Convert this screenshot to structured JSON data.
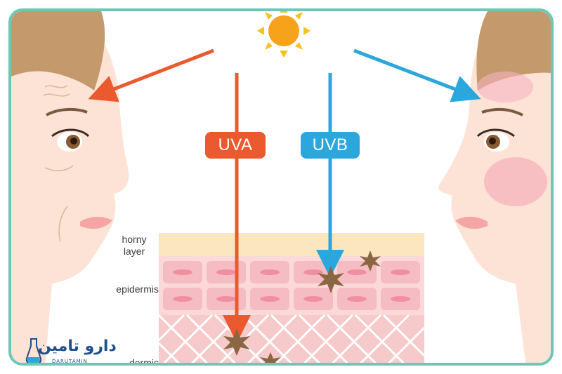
{
  "labels": {
    "uva": "UVA",
    "uvb": "UVB",
    "horny_layer": "horny\nlayer",
    "epidermis": "epidermis",
    "dermis": "dermis"
  },
  "logo": {
    "name": "دارو تامین",
    "subtitle": "DARUTAMIN"
  },
  "colors": {
    "uva": "#ea5a2e",
    "uvb": "#2ba7de",
    "frame": "#6cc7b8",
    "sun": "#f7a21b",
    "skin": "#fde3d6",
    "horny_layer": "#fbe6bf",
    "epidermis": "#fbd9d9",
    "dermis": "#f6c9cb",
    "hair": "#c49a6c"
  },
  "icons": [
    "sun-icon",
    "damage-star-icon",
    "logo-icon"
  ]
}
